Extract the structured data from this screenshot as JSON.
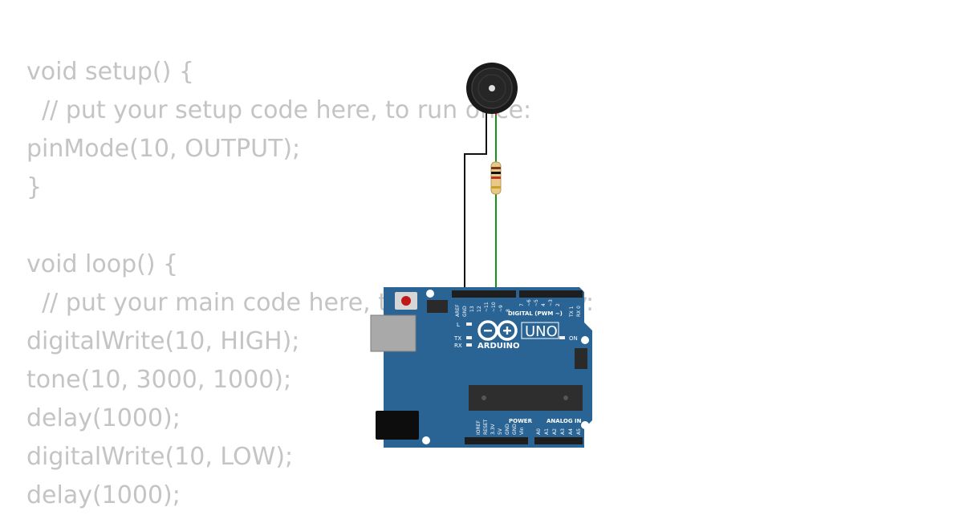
{
  "code_lines": [
    "void setup() {",
    "  // put your setup code here, to run once:",
    "pinMode(10, OUTPUT);",
    "}",
    "",
    "void loop() {",
    "  // put your main code here, to run repeatedly:",
    "digitalWrite(10, HIGH);",
    "tone(10, 3000, 1000);",
    "delay(1000);",
    "digitalWrite(10, LOW);",
    "delay(1000);"
  ],
  "board": {
    "model": "UNO",
    "brand": "ARDUINO",
    "digital_label": "DIGITAL (PWM ~)",
    "power_label": "POWER",
    "analog_label": "ANALOG IN",
    "on_label": "ON",
    "l_label": "L",
    "tx_label": "TX",
    "rx_label": "RX",
    "aref": "AREF",
    "gnd": "GND",
    "digital_pins": [
      "13",
      "12",
      "~11",
      "~10",
      "~9",
      "8",
      "7",
      "~6",
      "~5",
      "4",
      "~3",
      "2",
      "TX 1",
      "RX 0"
    ],
    "power_pins": [
      "IOREF",
      "RESET",
      "3.3V",
      "5V",
      "GND",
      "GND",
      "Vin"
    ],
    "analog_pins": [
      "A0",
      "A1",
      "A2",
      "A3",
      "A4",
      "A5"
    ]
  },
  "colors": {
    "code_text": "#c4c4c4",
    "board": "#2a6494",
    "signal_wire": "#149414",
    "ground_wire": "#111111",
    "buzzer": "#1a1a1a"
  }
}
